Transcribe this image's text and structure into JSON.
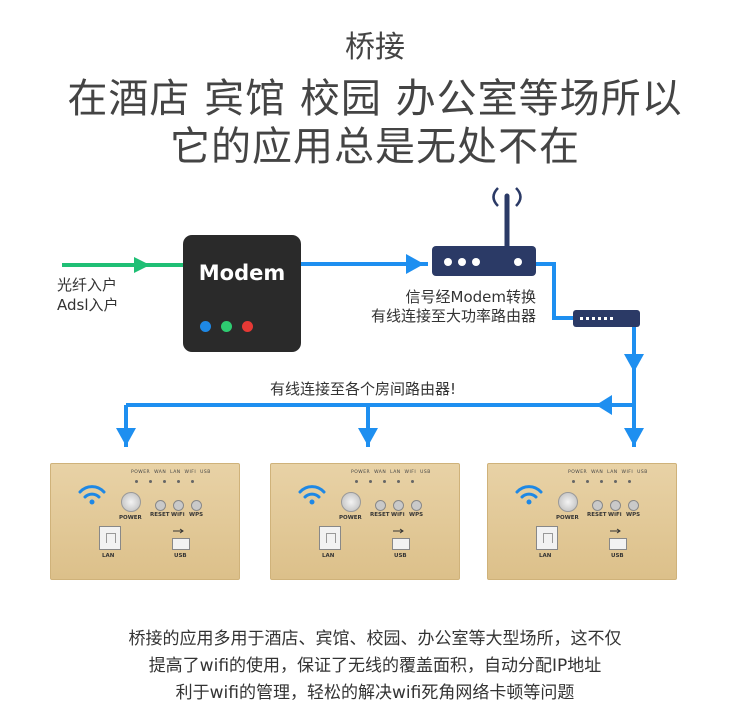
{
  "heading": {
    "small": "桥接",
    "line1": "在酒店 宾馆 校园 办公室等场所以",
    "line2": "它的应用总是无处不在"
  },
  "input_labels": [
    "光纤入户",
    "Adsl入户"
  ],
  "modem": {
    "label": "Modem",
    "led_colors": [
      "#1e88e5",
      "#2ecc71",
      "#e53935"
    ]
  },
  "router_note": [
    "信号经Modem转换",
    "有线连接至大功率路由器"
  ],
  "room_note": "有线连接至各个房间路由器!",
  "panel": {
    "top_labels": [
      "POWER",
      "WAN",
      "LAN",
      "WIFI",
      "USB"
    ],
    "power_label": "POWER",
    "buttons": [
      "RESET",
      "WiFi",
      "WPS"
    ],
    "lan_label": "LAN",
    "usb_label": "USB"
  },
  "colors": {
    "line_blue": "#1e8ff0",
    "line_green": "#1fbf75",
    "device_dark": "#2b3a66"
  },
  "bottom_text": [
    "桥接的应用多用于酒店、宾馆、校园、办公室等大型场所，这不仅",
    "提高了wifi的使用，保证了无线的覆盖面积，自动分配IP地址",
    "利于wifi的管理，轻松的解决wifi死角网络卡顿等问题"
  ]
}
